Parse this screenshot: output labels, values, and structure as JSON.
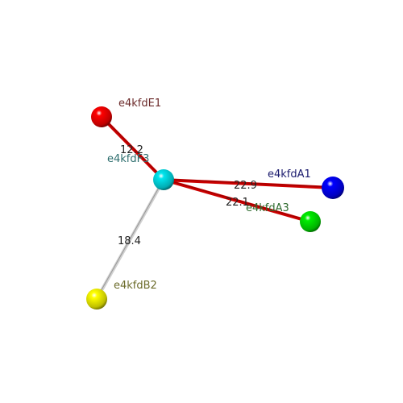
{
  "nodes": [
    {
      "id": "e4kfdE1",
      "label": "e4kfdE1",
      "color": "#ff0000",
      "label_color": "#6b2a2a"
    },
    {
      "id": "e4kfdF3",
      "label": "e4kfdF3",
      "color": "#00e5ee",
      "label_color": "#2f6f6f"
    },
    {
      "id": "e4kfdA1",
      "label": "e4kfdA1",
      "color": "#0000ff",
      "label_color": "#1c1c6e"
    },
    {
      "id": "e4kfdA3",
      "label": "e4kfdA3",
      "color": "#00ee00",
      "label_color": "#2e6b2e"
    },
    {
      "id": "e4kfdB2",
      "label": "e4kfdB2",
      "color": "#ffff00",
      "label_color": "#6b6b2a"
    }
  ],
  "edges": [
    {
      "from": "e4kfdF3",
      "to": "e4kfdE1",
      "label": "12.2",
      "color": "#cc0000"
    },
    {
      "from": "e4kfdF3",
      "to": "e4kfdA1",
      "label": "22.9",
      "color": "#cc0000"
    },
    {
      "from": "e4kfdF3",
      "to": "e4kfdA3",
      "label": "22.1",
      "color": "#cc0000"
    },
    {
      "from": "e4kfdF3",
      "to": "e4kfdB2",
      "label": "18.4",
      "color": "#d0d0d0"
    }
  ]
}
